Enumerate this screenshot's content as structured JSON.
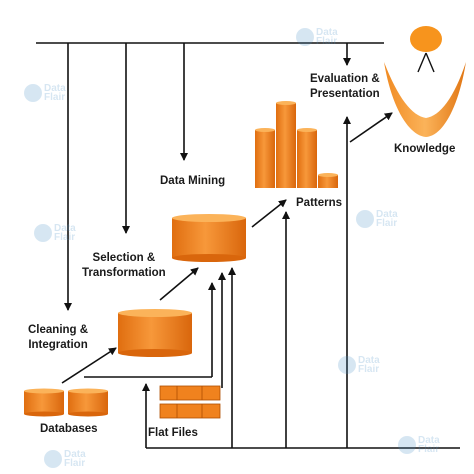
{
  "labels": {
    "databases": "Databases",
    "flat_files": "Flat Files",
    "cleaning_line1": "Cleaning &",
    "cleaning_line2": "Integration",
    "selection_line1": "Selection &",
    "selection_line2": "Transformation",
    "data_mining": "Data Mining",
    "patterns": "Patterns",
    "evaluation_line1": "Evaluation &",
    "evaluation_line2": "Presentation",
    "knowledge": "Knowledge"
  },
  "watermark": {
    "line1": "Data",
    "line2": "Flair"
  },
  "colors": {
    "orange": "#f0821e",
    "orange_dark": "#d0620a",
    "orange_light": "#fbb35a",
    "line": "#111111",
    "watermark": "#4a90c8"
  },
  "icons": {
    "database": "cylinder",
    "flat_files": "stacked-blocks",
    "patterns": "bar-cylinders",
    "knowledge": "person-with-bowl"
  }
}
